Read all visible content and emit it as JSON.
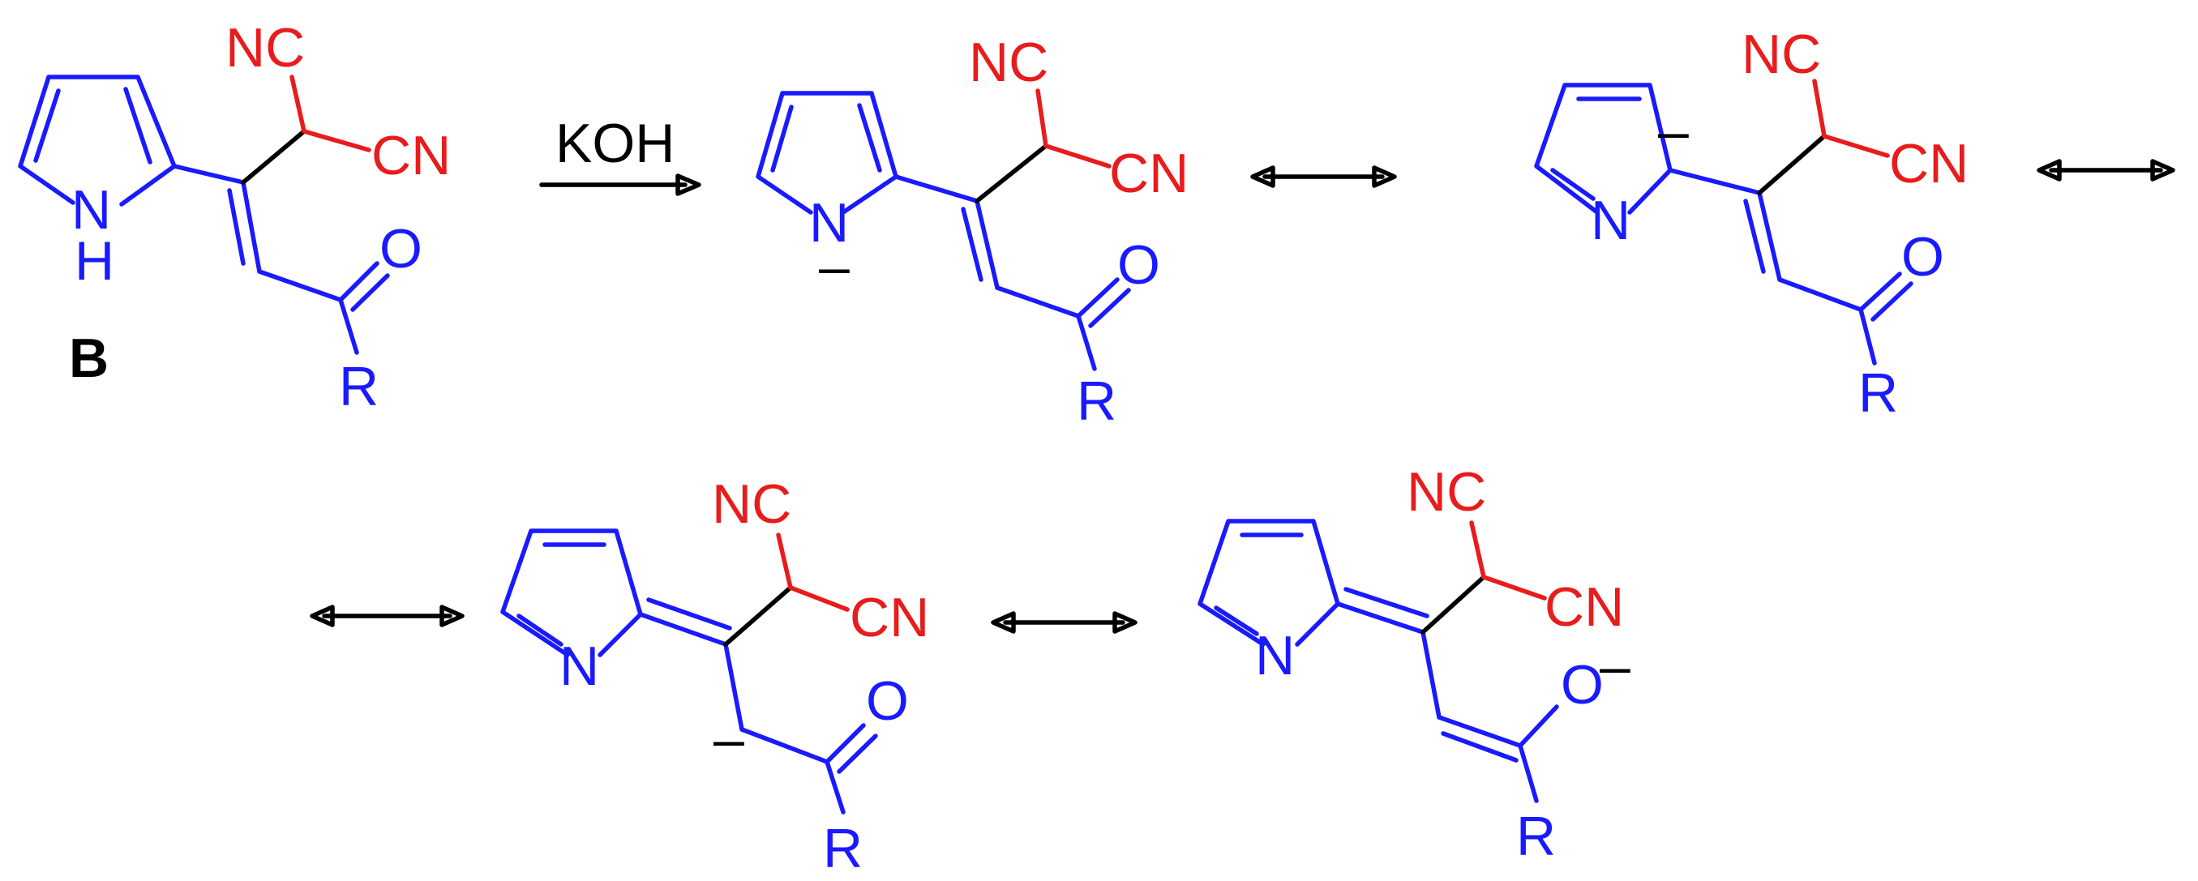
{
  "scheme": {
    "compound_label": "B",
    "reagent": "KOH",
    "atoms": {
      "N": "N",
      "H": "H",
      "O": "O",
      "O_minus": "O",
      "R": "R",
      "NC": "NC",
      "CN": "CN",
      "minus": "–"
    }
  },
  "colors": {
    "nitrile_group": "#e81c1c",
    "core_bonds": "#1a1aff",
    "linker_bonds": "#000000"
  }
}
